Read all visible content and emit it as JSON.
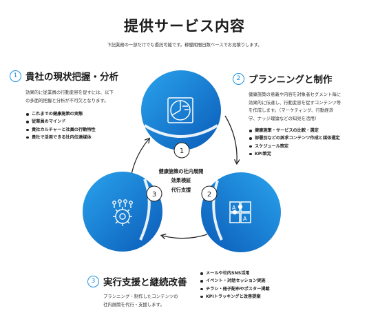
{
  "title": "提供サービス内容",
  "subtitle": "下記業務の一部だけでも委託可能です。稼働期間日数ベースでお見積りします。",
  "sections": [
    {
      "number": "1",
      "heading": "貴社の現状把握・分析",
      "description": [
        "効果的に従業員の行動変容を促すには、以下",
        "の多面的把握と分析が不可欠となります。"
      ],
      "bullets": [
        "これまでの健康施策の実態",
        "従業員のマインド",
        "貴社カルチャーと社員の行動特性",
        "貴社で活用できる社内伝達媒体"
      ]
    },
    {
      "number": "2",
      "heading": "プランニングと制作",
      "description": [
        "健康施策の意義や内容を対象者セグメント毎に",
        "効果的に伝達し、行動変容を促すコンテンツ等",
        "を作成します。（マーケティング、行動経済",
        "学、ナッジ理論などの知見を活用）"
      ],
      "bullets": [
        "健康施策・サービスの比較・選定",
        "部署別などの訴求コンテンツ作成と媒体選定",
        "スケジュール策定",
        "KPI策定"
      ]
    },
    {
      "number": "3",
      "heading": "実行支援と継続改善",
      "description": [
        "プランニング・制作したコンテンツの",
        "社内展開を代行・支援します。"
      ],
      "bullets": [
        "メールや社内SNS活用",
        "イベント・対話セッション実施",
        "チラシ・冊子配布やポスター掲載",
        "KPIトラッキングと改善提案"
      ]
    }
  ],
  "center": [
    "健康施策の社内展開",
    "効果検証",
    "代行支援"
  ],
  "circle_badges": [
    "1",
    "2",
    "3"
  ],
  "icons": [
    "pie-chart-icon",
    "puzzle-icon",
    "gear-people-icon"
  ],
  "colors": {
    "accent": "#1a8fe0",
    "circle_dark": "#0a5bb8",
    "circle_light": "#2aa3ec",
    "text": "#1a1a1a"
  }
}
